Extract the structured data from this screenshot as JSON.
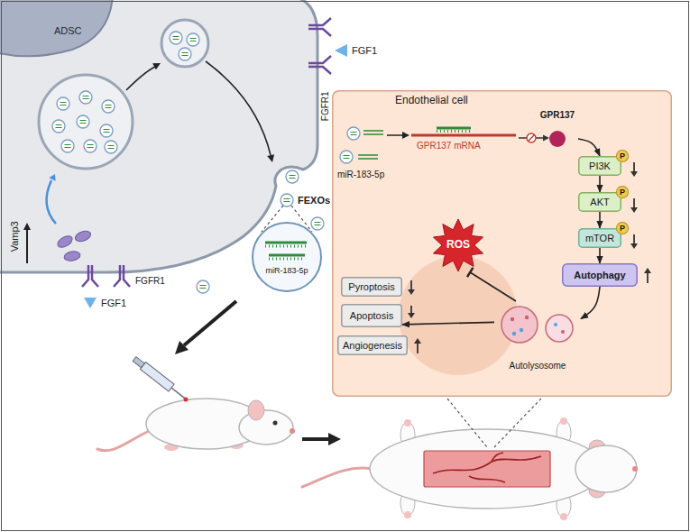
{
  "diagram": {
    "nodes": [
      {
        "text": [
          "ADSC"
        ]
      },
      {
        "text": [
          "Endothelial cell"
        ]
      },
      {
        "text": [
          "GPR137"
        ],
        "in": 1
      },
      {
        "text": [
          "PI3K"
        ],
        "in": 1
      },
      {
        "text": [
          "AKT"
        ],
        "in": 1
      },
      {
        "text": [
          "mTOR"
        ],
        "in": 1
      },
      {
        "text": [
          "Autophagy"
        ],
        "in": 1
      },
      {
        "text": [
          "ROS"
        ],
        "in": 1
      },
      {
        "text": [
          "Pyroptosis"
        ],
        "in": 1
      },
      {
        "text": [
          "Apoptosis"
        ],
        "in": 1
      },
      {
        "text": [
          "Angiogenesis"
        ],
        "in": 1
      },
      {
        "text": [
          "Autolysosome"
        ],
        "in": 1
      },
      {
        "text": [
          "miR-183-5p"
        ]
      }
    ],
    "edges": [
      {
        "from": 2,
        "to": 3,
        "arrow": "to"
      },
      {
        "from": 3,
        "to": 4,
        "arrow": "to"
      },
      {
        "from": 4,
        "to": 5,
        "arrow": "to"
      },
      {
        "from": 5,
        "to": 6,
        "arrow": "to"
      },
      {
        "from": 6,
        "to": 11,
        "arrow": "to"
      },
      {
        "from": 11,
        "to": 7,
        "arrow": "to"
      },
      {
        "from": 11,
        "to": 9,
        "arrow": "to"
      }
    ],
    "labels": [
      "FGF1",
      "FGFR1",
      "Vamp3",
      "FGFR1",
      "FGF1",
      "FEXOs",
      "miR-183-5p",
      "GPR137 mRNA",
      "P",
      "P",
      "P"
    ]
  }
}
